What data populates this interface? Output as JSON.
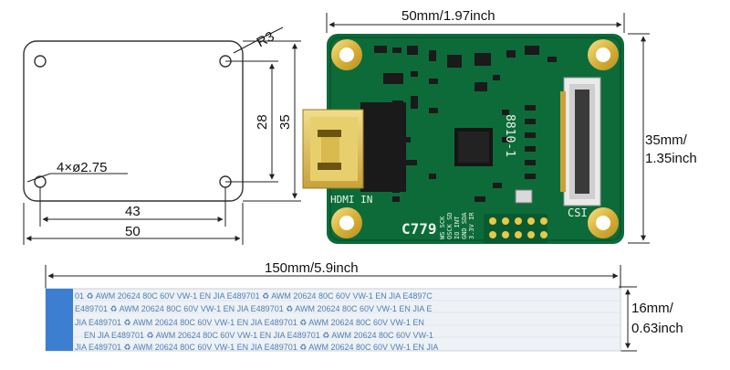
{
  "drawing": {
    "corner_radius": "R3",
    "holes": "4×ø2.75",
    "dim_h28": "28",
    "dim_h35": "35",
    "dim_w43": "43",
    "dim_w50": "50"
  },
  "board": {
    "width_label": "50mm/1.97inch",
    "height_label_1": "35mm/",
    "height_label_2": "1.35inch",
    "hdmi_label": "HDMI IN",
    "model": "C779",
    "chip_label": "8810-1",
    "csi_label": "CSI",
    "header_pins": [
      "WS SCK",
      "OSCK SD",
      "IO INT",
      "GND SDA",
      "3.3V IR"
    ]
  },
  "cable": {
    "length_label": "150mm/5.9inch",
    "width_label_1": "16mm/",
    "width_label_2": "0.63inch",
    "print_rows": [
      "01 ♻ AWM 20624 80C 60V VW-1       EN JIA E489701 ♻ AWM 20624 80C 60V VW-1       EN JIA E4897C",
      "E489701 ♻ AWM 20624 80C 60V VW-1       EN JIA E489701 ♻ AWM 20624 80C 60V VW-1       EN JIA E",
      "JIA E489701 ♻ AWM 20624 80C 60V VW-1       EN JIA E489701 ♻ AWM 20624 80C 60V VW-1       EN",
      "EN JIA E489701 ♻ AWM 20624 80C 60V VW-1       EN JIA E489701 ♻ AWM 20624 80C 60V VW-1",
      "JIA E489701 ♻ AWM 20624 80C 60V VW-1   EN JIA E489701 ♻ AWM 20624 80C 60V VW-1   EN JIA"
    ]
  },
  "colors": {
    "pcb": "#0d6b3a",
    "pcb_dark": "#0a5a30",
    "gold": "#e8c84a",
    "cable": "#eef1f5",
    "cable_stripe": "#3c7fd0"
  }
}
